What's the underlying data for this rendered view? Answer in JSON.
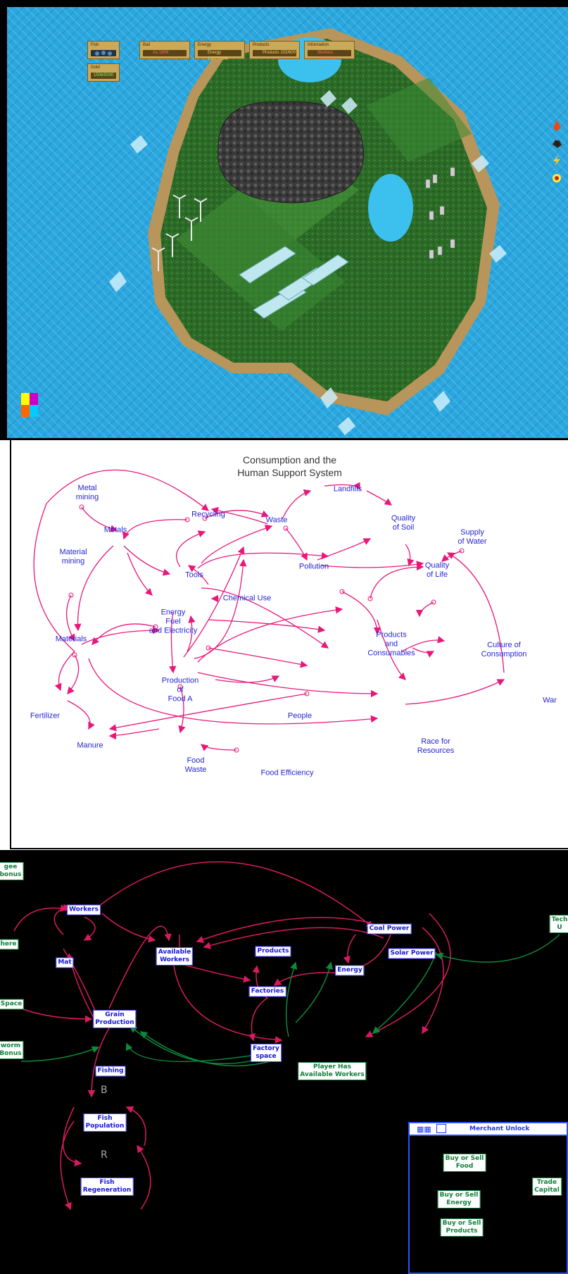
{
  "game": {
    "hud": [
      {
        "label": "Fish",
        "value": "",
        "kind": "fish"
      },
      {
        "label": "Ball",
        "value": "Au 1806",
        "kind": "red"
      },
      {
        "label": "Energy",
        "value": "Energy 1307/1604",
        "kind": "normal"
      },
      {
        "label": "Products",
        "value": "Products 102/600",
        "kind": "normal"
      },
      {
        "label": "Information",
        "value": "Workers 1600/1000",
        "kind": "red"
      },
      {
        "label": "Gold",
        "value": "1506/5000",
        "kind": "green"
      }
    ],
    "side_icons": [
      "fire-icon",
      "coal-icon",
      "lightning-icon",
      "flower-icon"
    ],
    "colors": {
      "water": "#2aa7de",
      "grass": "#2f6e2a",
      "rock": "#3f3f3f",
      "sand": "#b8955a"
    }
  },
  "cld": {
    "title_line1": "Consumption and the",
    "title_line2": "Human Support System",
    "nodes": [
      {
        "id": "metal-mining",
        "text": "Metal\nmining"
      },
      {
        "id": "recycling",
        "text": "Recycling"
      },
      {
        "id": "landfills",
        "text": "Landfills"
      },
      {
        "id": "waste",
        "text": "Waste"
      },
      {
        "id": "quality-of-soil",
        "text": "Quality\nof Soil"
      },
      {
        "id": "supply-of-water",
        "text": "Supply\nof Water"
      },
      {
        "id": "metals",
        "text": "Metals"
      },
      {
        "id": "material-mining",
        "text": "Material\nmining"
      },
      {
        "id": "tools",
        "text": "Tools"
      },
      {
        "id": "pollution",
        "text": "Pollution"
      },
      {
        "id": "quality-of-life",
        "text": "Quality\nof Life"
      },
      {
        "id": "chemical-use",
        "text": "Chemical Use"
      },
      {
        "id": "energy",
        "text": "Energy\nFuel\nand Electricity"
      },
      {
        "id": "materials",
        "text": "Materials"
      },
      {
        "id": "products",
        "text": "Products\nand\nConsumables"
      },
      {
        "id": "culture",
        "text": "Culture of\nConsumption"
      },
      {
        "id": "production",
        "text": "Production\nof\nFood A"
      },
      {
        "id": "fertilizer",
        "text": "Fertilizer"
      },
      {
        "id": "people",
        "text": "People"
      },
      {
        "id": "war",
        "text": "War"
      },
      {
        "id": "manure",
        "text": "Manure"
      },
      {
        "id": "race",
        "text": "Race for\nResources"
      },
      {
        "id": "food-waste",
        "text": "Food\nWaste"
      },
      {
        "id": "food-efficiency",
        "text": "Food Efficiency"
      }
    ]
  },
  "sfd": {
    "boxes": [
      {
        "id": "gee-bonus",
        "text": "gee\nbonus",
        "green": true
      },
      {
        "id": "workers",
        "text": "Workers",
        "green": false
      },
      {
        "id": "here",
        "text": "here",
        "green": true
      },
      {
        "id": "coal-power",
        "text": "Coal Power",
        "green": false
      },
      {
        "id": "tech-u",
        "text": "Tech\nU",
        "green": true
      },
      {
        "id": "products",
        "text": "Products",
        "green": false
      },
      {
        "id": "solar-power",
        "text": "Solar Power",
        "green": false
      },
      {
        "id": "mat",
        "text": "Mat",
        "green": false
      },
      {
        "id": "available-workers",
        "text": "Available\nWorkers",
        "green": false
      },
      {
        "id": "energy",
        "text": "Energy",
        "green": false
      },
      {
        "id": "factories",
        "text": "Factories",
        "green": false
      },
      {
        "id": "space",
        "text": "Space",
        "green": true
      },
      {
        "id": "grain-production",
        "text": "Grain\nProduction",
        "green": false
      },
      {
        "id": "worm-bonus",
        "text": "worm\nBonus",
        "green": true
      },
      {
        "id": "factory-space",
        "text": "Factory\nspace",
        "green": false
      },
      {
        "id": "player-has-workers",
        "text": "Player Has\nAvailable Workers",
        "green": true
      },
      {
        "id": "fishing",
        "text": "Fishing",
        "green": false
      },
      {
        "id": "fish-population",
        "text": "Fish\nPopulation",
        "green": false
      },
      {
        "id": "fish-regeneration",
        "text": "Fish\nRegeneration",
        "green": false
      }
    ],
    "loop_labels": [
      "B",
      "R"
    ],
    "merchant": {
      "title": "Merchant Unlock",
      "boxes": [
        {
          "id": "buy-sell-food",
          "text": "Buy or Sell\nFood"
        },
        {
          "id": "buy-sell-energy",
          "text": "Buy or Sell\nEnergy"
        },
        {
          "id": "buy-sell-products",
          "text": "Buy or Sell\nProducts"
        },
        {
          "id": "trade-capital",
          "text": "Trade\nCapital"
        }
      ]
    }
  }
}
